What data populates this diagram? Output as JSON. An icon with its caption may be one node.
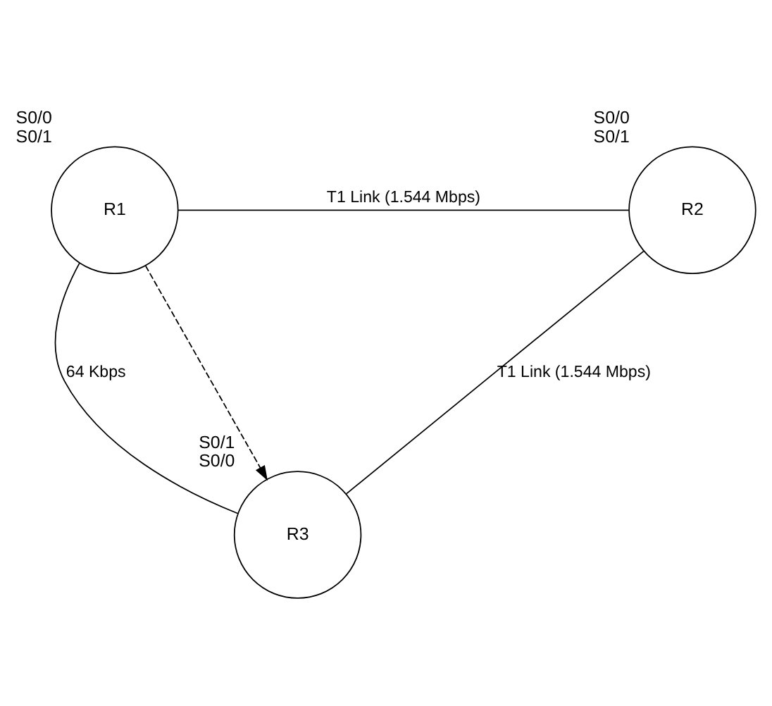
{
  "diagram": {
    "nodes": [
      {
        "text": [
          "R1"
        ],
        "beside": [
          "S0/0",
          "S0/1"
        ]
      },
      {
        "text": [
          "R2"
        ],
        "beside": [
          "S0/0",
          "S0/1"
        ]
      },
      {
        "text": [
          "R3"
        ],
        "beside": [
          "S0/1",
          "S0/0"
        ]
      }
    ],
    "edges": [
      {
        "from": 0,
        "to": 1,
        "arrow": "none",
        "label": "T1 Link (1.544 Mbps)"
      },
      {
        "from": 0,
        "to": 2,
        "arrow": "none",
        "label": "64 Kbps"
      },
      {
        "from": 1,
        "to": 2,
        "arrow": "none",
        "label": "T1 Link (1.544 Mbps)"
      },
      {
        "from": 0,
        "to": 2,
        "arrow": "to",
        "style": "dashed"
      }
    ]
  }
}
